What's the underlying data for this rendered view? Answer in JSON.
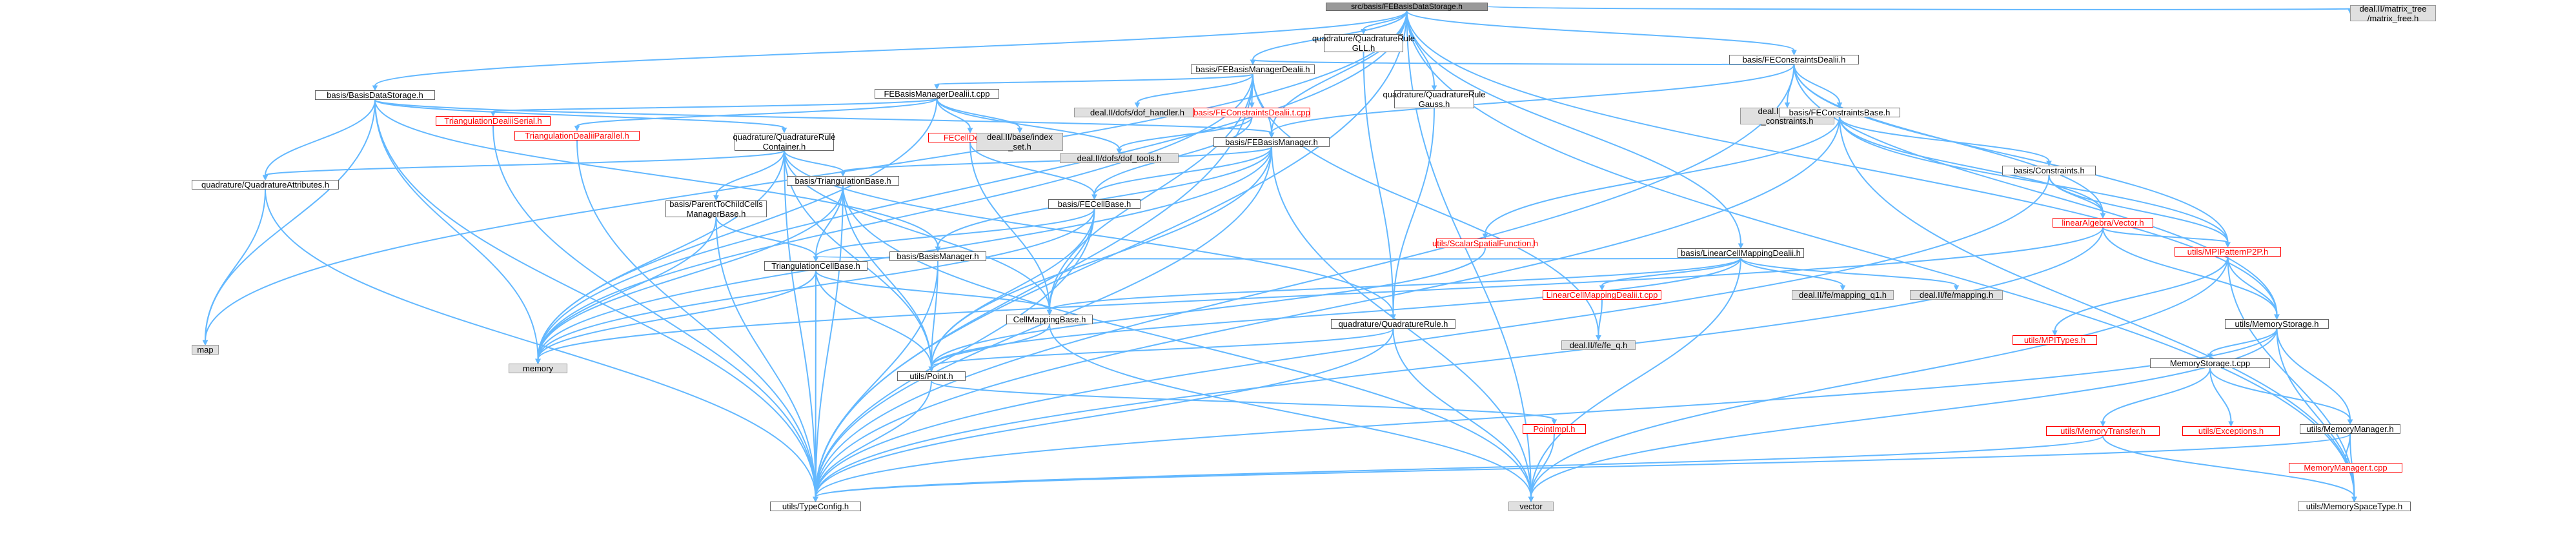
{
  "colors": {
    "edge": "#63b8ff",
    "border": "#666666",
    "root_fill": "#999999",
    "external_fill": "#e0e0e0",
    "missing_border": "#ff0000"
  },
  "nodes": [
    {
      "id": "root",
      "label": "src/basis/FEBasisDataStorage.h",
      "kind": "root"
    },
    {
      "id": "qgll",
      "label": "quadrature/QuadratureRule\nGLL.h",
      "kind": "normal"
    },
    {
      "id": "febmd",
      "label": "basis/FEBasisManagerDealii.h",
      "kind": "normal"
    },
    {
      "id": "qgauss",
      "label": "quadrature/QuadratureRule\nGauss.h",
      "kind": "normal"
    },
    {
      "id": "fecd",
      "label": "basis/FEConstraintsDealii.h",
      "kind": "normal"
    },
    {
      "id": "mtree",
      "label": "deal.II/matrix_tree\n/matrix_free.h",
      "kind": "ext"
    },
    {
      "id": "lcmd",
      "label": "basis/LinearCellMappingDealii.h",
      "kind": "normal"
    },
    {
      "id": "bds",
      "label": "basis/BasisDataStorage.h",
      "kind": "normal"
    },
    {
      "id": "febmdt",
      "label": "FEBasisManagerDealii.t.cpp",
      "kind": "normal"
    },
    {
      "id": "dofh",
      "label": "deal.II/dofs/dof_handler.h",
      "kind": "ext"
    },
    {
      "id": "fecdt",
      "label": "basis/FEConstraintsDealii.t.cpp",
      "kind": "red"
    },
    {
      "id": "affine",
      "label": "deal.II/lac/affine\n_constraints.h",
      "kind": "ext"
    },
    {
      "id": "fecb",
      "label": "basis/FEConstraintsBase.h",
      "kind": "normal"
    },
    {
      "id": "tds",
      "label": "TriangulationDealiiSerial.h",
      "kind": "red"
    },
    {
      "id": "tdp",
      "label": "TriangulationDealiiParallel.h",
      "kind": "red"
    },
    {
      "id": "qrc",
      "label": "quadrature/QuadratureRule\nContainer.h",
      "kind": "normal"
    },
    {
      "id": "fecelld",
      "label": "FECellDealii.h",
      "kind": "red"
    },
    {
      "id": "bindex",
      "label": "deal.II/base/index\n_set.h",
      "kind": "ext"
    },
    {
      "id": "doftools",
      "label": "deal.II/dofs/dof_tools.h",
      "kind": "ext"
    },
    {
      "id": "febm",
      "label": "basis/FEBasisManager.h",
      "kind": "normal"
    },
    {
      "id": "constr",
      "label": "basis/Constraints.h",
      "kind": "normal"
    },
    {
      "id": "qattr",
      "label": "quadrature/QuadratureAttributes.h",
      "kind": "normal"
    },
    {
      "id": "ptcc",
      "label": "basis/ParentToChildCells\nManagerBase.h",
      "kind": "normal"
    },
    {
      "id": "tb",
      "label": "basis/TriangulationBase.h",
      "kind": "normal"
    },
    {
      "id": "fecellb",
      "label": "basis/FECellBase.h",
      "kind": "normal"
    },
    {
      "id": "ssf",
      "label": "utils/ScalarSpatialFunction.h",
      "kind": "red"
    },
    {
      "id": "lcmdt",
      "label": "LinearCellMappingDealii.t.cpp",
      "kind": "red"
    },
    {
      "id": "mapq1",
      "label": "deal.II/fe/mapping_q1.h",
      "kind": "ext"
    },
    {
      "id": "mapping",
      "label": "deal.II/fe/mapping.h",
      "kind": "ext"
    },
    {
      "id": "linvec",
      "label": "linearAlgebra/Vector.h",
      "kind": "red"
    },
    {
      "id": "map",
      "label": "map",
      "kind": "ext"
    },
    {
      "id": "tcb",
      "label": "TriangulationCellBase.h",
      "kind": "normal"
    },
    {
      "id": "bbm",
      "label": "basis/BasisManager.h",
      "kind": "normal"
    },
    {
      "id": "mpip2p",
      "label": "utils/MPIPatternP2P.h",
      "kind": "red"
    },
    {
      "id": "memory",
      "label": "memory",
      "kind": "ext"
    },
    {
      "id": "cmb",
      "label": "CellMappingBase.h",
      "kind": "normal"
    },
    {
      "id": "qr",
      "label": "quadrature/QuadratureRule.h",
      "kind": "normal"
    },
    {
      "id": "feq",
      "label": "deal.II/fe/fe_q.h",
      "kind": "ext"
    },
    {
      "id": "mpitypes",
      "label": "utils/MPITypes.h",
      "kind": "red"
    },
    {
      "id": "memstor",
      "label": "utils/MemoryStorage.h",
      "kind": "normal"
    },
    {
      "id": "point",
      "label": "utils/Point.h",
      "kind": "normal"
    },
    {
      "id": "memstort",
      "label": "MemoryStorage.t.cpp",
      "kind": "normal"
    },
    {
      "id": "pointimpl",
      "label": "PointImpl.h",
      "kind": "red"
    },
    {
      "id": "memtrans",
      "label": "utils/MemoryTransfer.h",
      "kind": "red"
    },
    {
      "id": "exceptions",
      "label": "utils/Exceptions.h",
      "kind": "red"
    },
    {
      "id": "memmgr",
      "label": "utils/MemoryManager.h",
      "kind": "normal"
    },
    {
      "id": "memmgrt",
      "label": "MemoryManager.t.cpp",
      "kind": "red"
    },
    {
      "id": "typecfg",
      "label": "utils/TypeConfig.h",
      "kind": "normal"
    },
    {
      "id": "vector",
      "label": "vector",
      "kind": "ext"
    },
    {
      "id": "memspace",
      "label": "utils/MemorySpaceType.h",
      "kind": "normal"
    }
  ],
  "edges": [
    [
      "root",
      "qgll"
    ],
    [
      "root",
      "febmd"
    ],
    [
      "root",
      "qgauss"
    ],
    [
      "root",
      "fecd"
    ],
    [
      "root",
      "mtree"
    ],
    [
      "root",
      "lcmd"
    ],
    [
      "root",
      "bds"
    ],
    [
      "root",
      "febm"
    ],
    [
      "root",
      "map"
    ],
    [
      "root",
      "memory"
    ],
    [
      "root",
      "typecfg"
    ],
    [
      "root",
      "memstor"
    ],
    [
      "root",
      "memspace"
    ],
    [
      "root",
      "vector"
    ],
    [
      "qgll",
      "qr"
    ],
    [
      "qgauss",
      "qr"
    ],
    [
      "febmd",
      "febmdt"
    ],
    [
      "febmd",
      "dofh"
    ],
    [
      "febmd",
      "fecdt"
    ],
    [
      "febmd",
      "febm"
    ],
    [
      "febmd",
      "feq"
    ],
    [
      "febmd",
      "memory"
    ],
    [
      "febmd",
      "typecfg"
    ],
    [
      "febmd",
      "cmb"
    ],
    [
      "febmdt",
      "tds"
    ],
    [
      "febmdt",
      "tdp"
    ],
    [
      "febmdt",
      "fecelld"
    ],
    [
      "febmdt",
      "bindex"
    ],
    [
      "febmdt",
      "doftools"
    ],
    [
      "febmdt",
      "memory"
    ],
    [
      "fecd",
      "febmd"
    ],
    [
      "fecd",
      "affine"
    ],
    [
      "fecd",
      "fecb"
    ],
    [
      "fecd",
      "febm"
    ],
    [
      "fecd",
      "linvec"
    ],
    [
      "fecd",
      "mpip2p"
    ],
    [
      "fecd",
      "memstor"
    ],
    [
      "fecd",
      "typecfg"
    ],
    [
      "fecdt",
      "doftools"
    ],
    [
      "fecdt",
      "fecellb"
    ],
    [
      "fecb",
      "constr"
    ],
    [
      "fecb",
      "linvec"
    ],
    [
      "fecb",
      "ssf"
    ],
    [
      "fecb",
      "memspace"
    ],
    [
      "fecb",
      "typecfg"
    ],
    [
      "fecb",
      "mpip2p"
    ],
    [
      "constr",
      "linvec"
    ],
    [
      "constr",
      "mpip2p"
    ],
    [
      "constr",
      "typecfg"
    ],
    [
      "lcmd",
      "lcmdt"
    ],
    [
      "lcmd",
      "mapq1"
    ],
    [
      "lcmd",
      "mapping"
    ],
    [
      "lcmd",
      "cmb"
    ],
    [
      "lcmd",
      "tcb"
    ],
    [
      "lcmd",
      "point"
    ],
    [
      "lcmd",
      "vector"
    ],
    [
      "lcmdt",
      "feq"
    ],
    [
      "bds",
      "qattr"
    ],
    [
      "bds",
      "qrc"
    ],
    [
      "bds",
      "febm"
    ],
    [
      "bds",
      "map"
    ],
    [
      "bds",
      "memory"
    ],
    [
      "bds",
      "typecfg"
    ],
    [
      "bds",
      "bbm"
    ],
    [
      "tds",
      "typecfg"
    ],
    [
      "tdp",
      "typecfg"
    ],
    [
      "qrc",
      "qattr"
    ],
    [
      "qrc",
      "tb"
    ],
    [
      "qrc",
      "ptcc"
    ],
    [
      "qrc",
      "qr"
    ],
    [
      "qrc",
      "memory"
    ],
    [
      "qrc",
      "point"
    ],
    [
      "qrc",
      "typecfg"
    ],
    [
      "qrc",
      "cmb"
    ],
    [
      "fecelld",
      "fecellb"
    ],
    [
      "fecelld",
      "cmb"
    ],
    [
      "febm",
      "tb"
    ],
    [
      "febm",
      "fecellb"
    ],
    [
      "febm",
      "bbm"
    ],
    [
      "febm",
      "typecfg"
    ],
    [
      "febm",
      "memory"
    ],
    [
      "febm",
      "vector"
    ],
    [
      "febm",
      "point"
    ],
    [
      "qattr",
      "typecfg"
    ],
    [
      "qattr",
      "map"
    ],
    [
      "ptcc",
      "tcb"
    ],
    [
      "ptcc",
      "memory"
    ],
    [
      "ptcc",
      "typecfg"
    ],
    [
      "tb",
      "tcb"
    ],
    [
      "tb",
      "point"
    ],
    [
      "tb",
      "memory"
    ],
    [
      "tb",
      "vector"
    ],
    [
      "tb",
      "typecfg"
    ],
    [
      "fecellb",
      "tcb"
    ],
    [
      "fecellb",
      "cmb"
    ],
    [
      "fecellb",
      "point"
    ],
    [
      "fecellb",
      "typecfg"
    ],
    [
      "fecellb",
      "memory"
    ],
    [
      "ssf",
      "point"
    ],
    [
      "linvec",
      "mpip2p"
    ],
    [
      "linvec",
      "memstor"
    ],
    [
      "linvec",
      "typecfg"
    ],
    [
      "linvec",
      "memory"
    ],
    [
      "tcb",
      "cmb"
    ],
    [
      "tcb",
      "point"
    ],
    [
      "tcb",
      "typecfg"
    ],
    [
      "tcb",
      "memory"
    ],
    [
      "bbm",
      "point"
    ],
    [
      "bbm",
      "typecfg"
    ],
    [
      "mpip2p",
      "mpitypes"
    ],
    [
      "mpip2p",
      "memstor"
    ],
    [
      "mpip2p",
      "memspace"
    ],
    [
      "mpip2p",
      "vector"
    ],
    [
      "cmb",
      "point"
    ],
    [
      "cmb",
      "vector"
    ],
    [
      "qr",
      "point"
    ],
    [
      "qr",
      "typecfg"
    ],
    [
      "qr",
      "vector"
    ],
    [
      "memstor",
      "memstort"
    ],
    [
      "memstor",
      "memmgr"
    ],
    [
      "memstor",
      "typecfg"
    ],
    [
      "memstor",
      "memspace"
    ],
    [
      "memstor",
      "vector"
    ],
    [
      "point",
      "pointimpl"
    ],
    [
      "point",
      "typecfg"
    ],
    [
      "pointimpl",
      "vector"
    ],
    [
      "memstort",
      "memtrans"
    ],
    [
      "memstort",
      "exceptions"
    ],
    [
      "memstort",
      "memmgr"
    ],
    [
      "memtrans",
      "typecfg"
    ],
    [
      "memtrans",
      "memspace"
    ],
    [
      "memmgr",
      "memmgrt"
    ],
    [
      "memmgr",
      "typecfg"
    ],
    [
      "memmgr",
      "memspace"
    ]
  ]
}
